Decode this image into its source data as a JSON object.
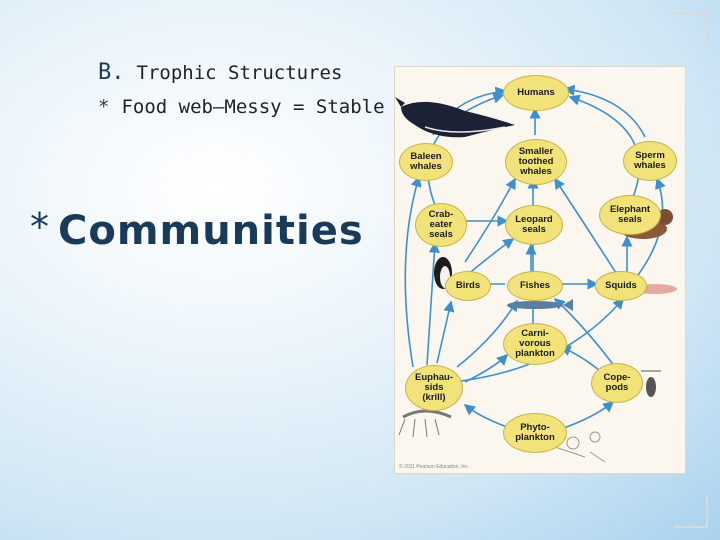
{
  "slide": {
    "section_letter": "B.",
    "section_title": "Trophic Structures",
    "bullet_star": "*",
    "bullet_text": "Food web—Messy = Stable",
    "title_star": "*",
    "title": "Communities"
  },
  "figure": {
    "nodes": {
      "humans": "Humans",
      "baleen_whales": "Baleen\nwhales",
      "smaller_toothed_whales": "Smaller\ntoothed\nwhales",
      "sperm_whales": "Sperm\nwhales",
      "crabeater_seals": "Crab-\neater\nseals",
      "leopard_seals": "Leopard\nseals",
      "elephant_seals": "Elephant\nseals",
      "birds": "Birds",
      "fishes": "Fishes",
      "squids": "Squids",
      "carnivorous_plankton": "Carni-\nvorous\nplankton",
      "euphausids": "Euphau-\nsids\n(krill)",
      "copepods": "Cope-\npods",
      "phytoplankton": "Phyto-\nplankton"
    },
    "copyright": "© 2011 Pearson Education, Inc.",
    "colors": {
      "arrow": "#3d8fd1",
      "node_fill": "#f2e27a"
    }
  }
}
